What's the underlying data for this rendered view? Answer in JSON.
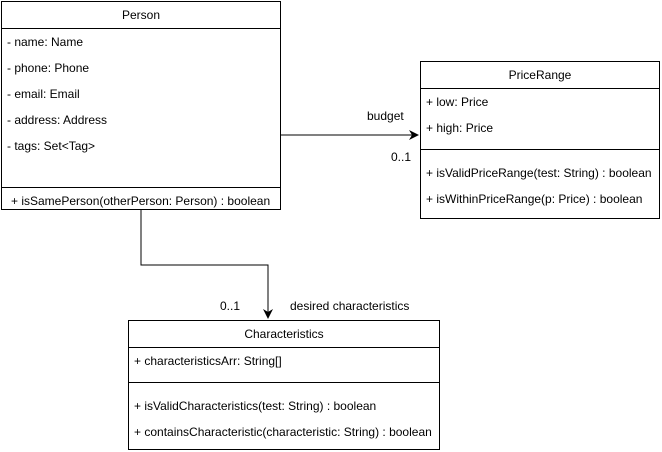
{
  "person": {
    "name": "Person",
    "attributes": [
      "- name: Name",
      "- phone: Phone",
      "- email: Email",
      "- address: Address",
      "- tags: Set<Tag>"
    ],
    "operations": [
      "+ isSamePerson(otherPerson: Person) : boolean"
    ]
  },
  "price_range": {
    "name": "PriceRange",
    "attributes": [
      "+ low: Price",
      "+ high: Price"
    ],
    "operations": [
      "+ isValidPriceRange(test: String) : boolean",
      "+ isWithinPriceRange(p: Price) : boolean"
    ]
  },
  "characteristics": {
    "name": "Characteristics",
    "attributes": [
      "+ characteristicsArr: String[]"
    ],
    "operations": [
      "+ isValidCharacteristics(test: String) : boolean",
      "+ containsCharacteristic(characteristic: String) : boolean"
    ]
  },
  "associations": {
    "budget": {
      "role": "budget",
      "multiplicity": "0..1"
    },
    "characteristics": {
      "role": "desired characteristics",
      "multiplicity": "0..1"
    }
  },
  "colors": {
    "line": "#000000",
    "background": "#ffffff"
  }
}
